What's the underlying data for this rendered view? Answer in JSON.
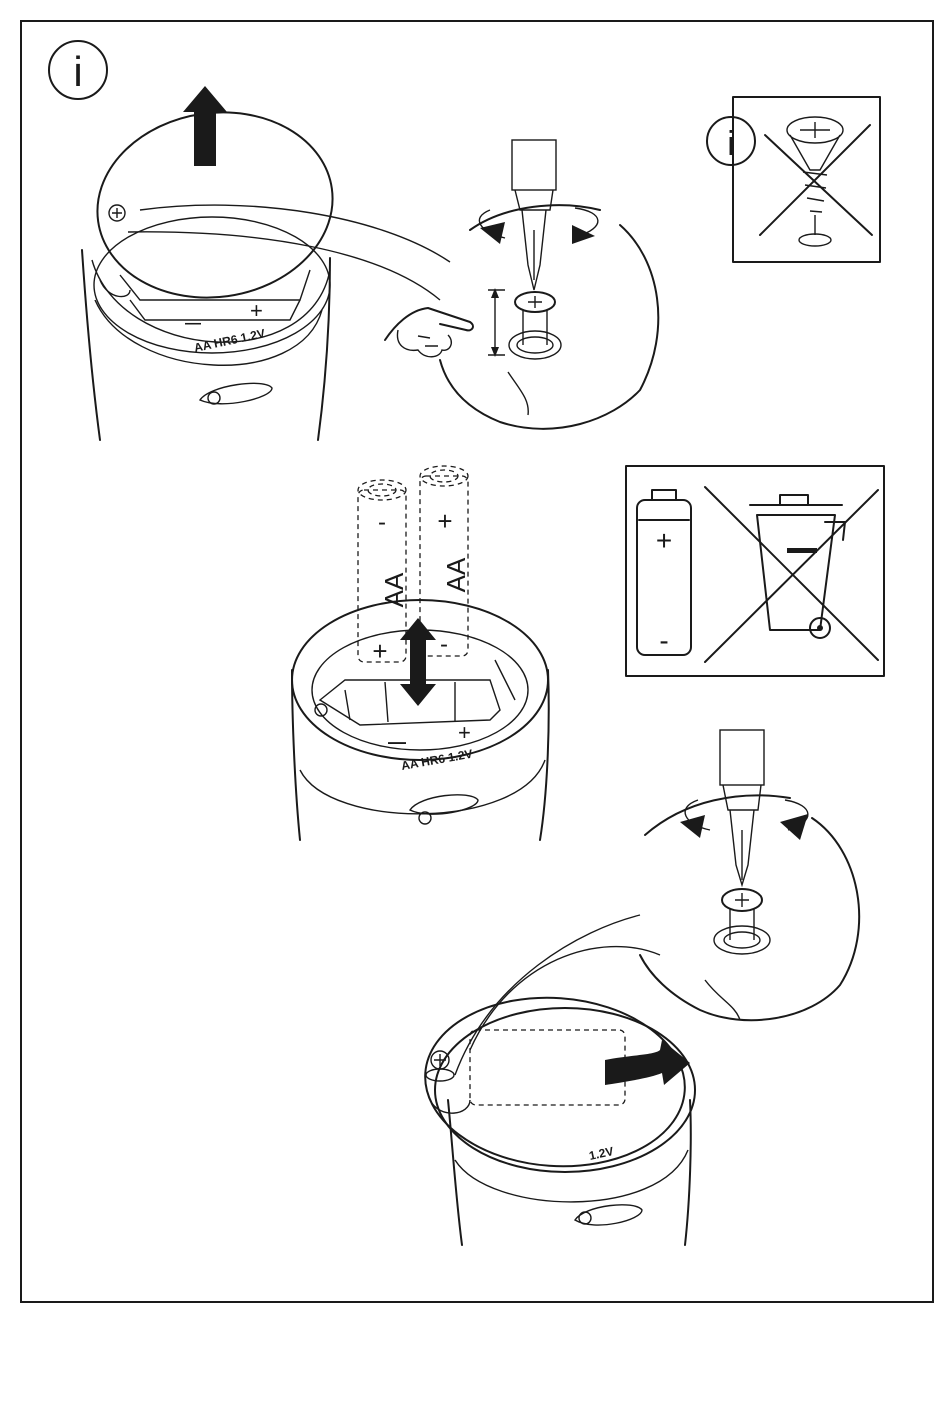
{
  "info_symbol": "i",
  "battery": {
    "type_label": "AA",
    "spec_label": "AA HR6 1.2V",
    "plus_sign": "+",
    "minus_sign": "-"
  },
  "icons": [
    "info-icon",
    "arrow-up-icon",
    "screwdriver-icon",
    "hand-pointer-icon",
    "crossed-screw-icon",
    "crossed-wheelie-bin-icon",
    "battery-icon",
    "double-arrow-icon",
    "arrow-right-icon"
  ]
}
